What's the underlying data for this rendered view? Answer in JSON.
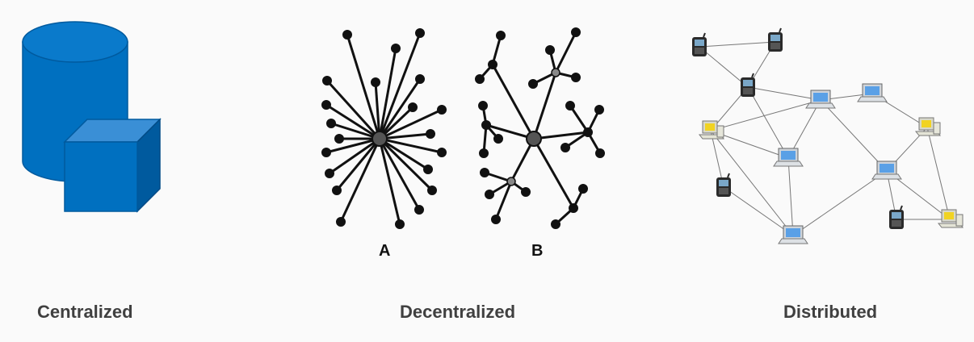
{
  "captions": {
    "centralized": "Centralized",
    "decentralized": "Decentralized",
    "distributed": "Distributed"
  },
  "decentralized": {
    "label_a": "A",
    "label_b": "B"
  },
  "colors": {
    "database_blue": "#0070c0",
    "database_dark": "#005a9e",
    "database_light": "#3a8fd6",
    "node_black": "#111111",
    "hub_gray": "#555555",
    "text_gray": "#404040"
  },
  "icons": [
    "database-cylinder-icon",
    "cube-icon",
    "phone-icon",
    "laptop-icon",
    "desktop-computer-icon"
  ]
}
